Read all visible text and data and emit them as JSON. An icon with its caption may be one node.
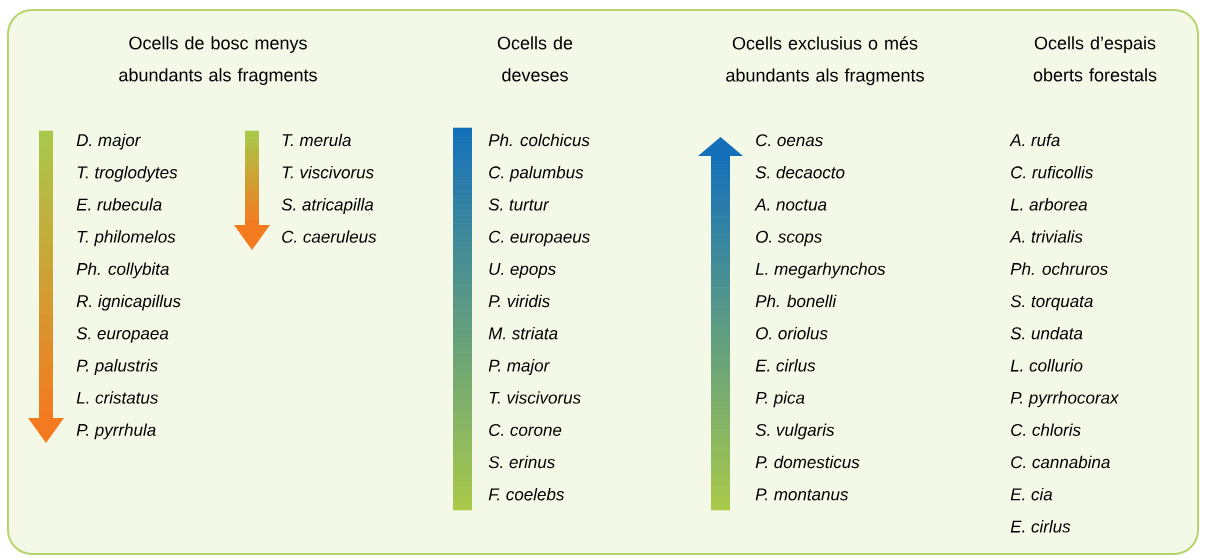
{
  "diagram": {
    "labels": [
      "Ocells de bosc menys abundants als fragments",
      "Ocells de deveses",
      "Ocells exclusius o més abundants als fragments",
      "Ocells d’espais oberts forestals",
      "D. major",
      "T. troglodytes",
      "E. rubecula",
      "T. philomelos",
      "Ph. collybita",
      "R. ignicapillus",
      "S. europaea",
      "P. palustris",
      "L. cristatus",
      "P. pyrrhula",
      "T. merula",
      "T. viscivorus",
      "S. atricapilla",
      "C. caeruleus",
      "Ph. colchicus",
      "C. palumbus",
      "S. turtur",
      "C. europaeus",
      "U. epops",
      "P. viridis",
      "M. striata",
      "P. major",
      "T. viscivorus",
      "C. corone",
      "S. erinus",
      "F. coelebs",
      "C. oenas",
      "S. decaocto",
      "A. noctua",
      "O. scops",
      "L. megarhynchos",
      "Ph. bonelli",
      "O. oriolus",
      "E. cirlus",
      "P. pica",
      "S. vulgaris",
      "P. domesticus",
      "P. montanus",
      "A. rufa",
      "C. ruficollis",
      "L. arborea",
      "A. trivialis",
      "Ph. ochruros",
      "S. torquata",
      "S. undata",
      "L. collurio",
      "P. pyrrhocorax",
      "C. chloris",
      "C. cannabina",
      "E. cia",
      "E. cirlus"
    ]
  }
}
